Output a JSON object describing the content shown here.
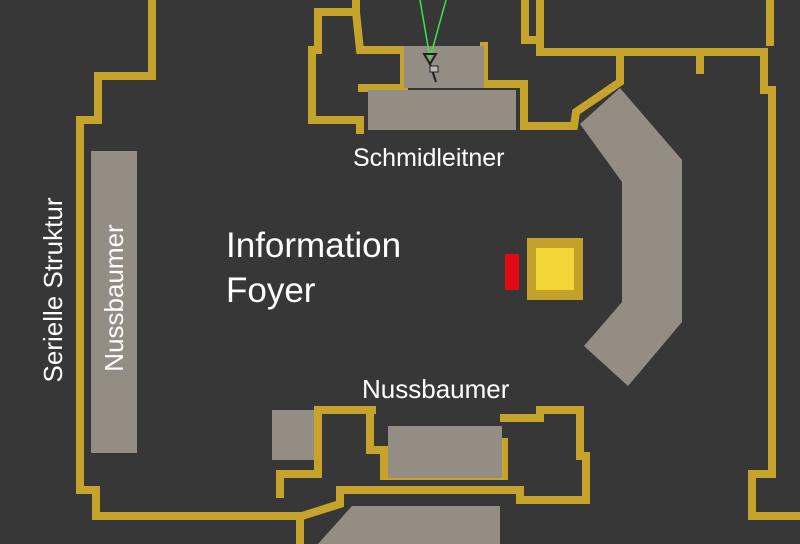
{
  "map": {
    "rooms": [
      {
        "id": "serielle",
        "label": "Serielle Struktur"
      },
      {
        "id": "nussbaumer_west",
        "label": "Nussbaumer"
      },
      {
        "id": "schmidleitner",
        "label": "Schmidleitner"
      },
      {
        "id": "nussbaumer_south",
        "label": "Nussbaumer"
      },
      {
        "id": "info",
        "label_line1": "Information",
        "label_line2": "Foyer"
      }
    ],
    "colors": {
      "background": "#373737",
      "wall": "#c6a32a",
      "exhibit": "#948d84",
      "info_desk_border": "#c4a12b",
      "info_desk_fill": "#f1d635",
      "marker": "#e30613",
      "view_cone": "#39e63f",
      "visitor": "#222222"
    },
    "icons": {
      "visitor": "visitor-position-icon",
      "view": "view-direction-icon"
    }
  }
}
